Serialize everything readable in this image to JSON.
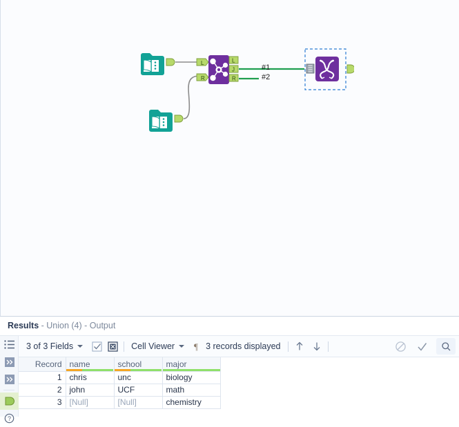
{
  "canvas": {
    "tools": [
      {
        "name": "input-data-1",
        "type": "input-data",
        "label": ""
      },
      {
        "name": "input-data-2",
        "type": "input-data",
        "label": ""
      },
      {
        "name": "join",
        "type": "join",
        "label": "",
        "anchors_in": [
          "L",
          "R"
        ],
        "anchors_out": [
          "L",
          "J",
          "R"
        ]
      },
      {
        "name": "union",
        "type": "union",
        "label": "",
        "selected": true
      }
    ],
    "connection_labels": [
      "#1",
      "#2"
    ],
    "colors": {
      "input_tool": "#12a296",
      "join_tool": "#6e2f9e",
      "union_tool": "#6e2f9e",
      "anchor_green": "#b7d96a",
      "wire_green": "#1f9e4f",
      "wire_gray": "#8c8c8c",
      "selection": "#2b7cd3"
    }
  },
  "results": {
    "title_prefix": "Results",
    "title_rest": " - Union (4) - Output",
    "toolbar": {
      "fields_label": "3 of 3 Fields",
      "select_all_icon": "checkbox-checked-icon",
      "deselect_all_icon": "checkbox-crossed-icon",
      "viewer_label": "Cell Viewer",
      "pilcrow_icon": "pilcrow-icon",
      "records_label": "3 records displayed",
      "up_icon": "arrow-up-icon",
      "down_icon": "arrow-down-icon",
      "block_icon": "no-entry-icon",
      "check_icon": "checkmark-icon",
      "search_icon": "search-icon"
    },
    "rail": [
      {
        "name": "field-list-icon"
      },
      {
        "name": "expand-chevrons-icon-1"
      },
      {
        "name": "expand-chevrons-icon-2"
      },
      {
        "name": "output-anchor-icon"
      },
      {
        "name": "help-icon"
      }
    ],
    "grid": {
      "columns": [
        {
          "label": "Record",
          "quality": null,
          "width": 68,
          "align": "right"
        },
        {
          "label": "name",
          "quality": {
            "ok": 0.34,
            "warn": 0.0
          },
          "width": 70,
          "align": "left"
        },
        {
          "label": "school",
          "quality": {
            "ok": 0.34,
            "warn": 0.0
          },
          "width": 70,
          "align": "left"
        },
        {
          "label": "major",
          "quality": {
            "ok": 0.0,
            "warn": 0.0
          },
          "width": 84,
          "align": "left"
        }
      ],
      "rows": [
        {
          "record": "1",
          "name": "chris",
          "school": "unc",
          "major": "biology",
          "null_name": false,
          "null_school": false
        },
        {
          "record": "2",
          "name": "john",
          "school": "UCF",
          "major": "math",
          "null_name": false,
          "null_school": false
        },
        {
          "record": "3",
          "name": "[Null]",
          "school": "[Null]",
          "major": "chemistry",
          "null_name": true,
          "null_school": true
        }
      ]
    }
  }
}
